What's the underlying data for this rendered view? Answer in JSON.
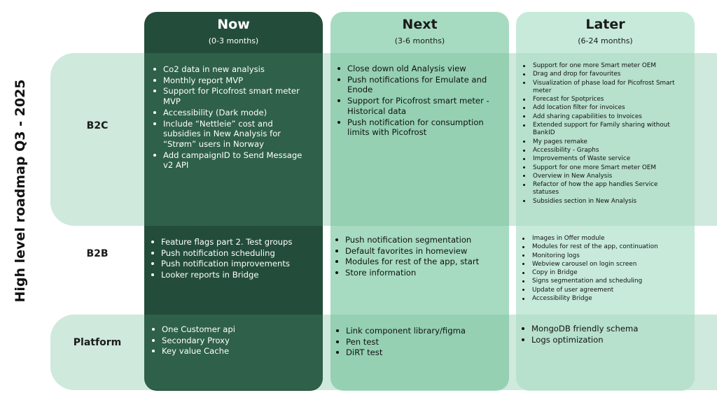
{
  "title": "High level roadmap Q3 - 2025",
  "columns": [
    {
      "title": "Now",
      "subtitle": "(0-3 months)"
    },
    {
      "title": "Next",
      "subtitle": "(3-6 months)"
    },
    {
      "title": "Later",
      "subtitle": "(6-24 months)"
    }
  ],
  "rows": [
    {
      "label": "B2C",
      "cells": [
        [
          "Co2 data in new analysis",
          "Monthly report MVP",
          "Support for Picofrost smart meter MVP",
          "Accessibility (Dark mode)",
          "Include “Nettleie” cost and subsidies in New Analysis for “Strøm” users in Norway",
          "Add campaignID to Send Message v2 API"
        ],
        [
          "Close down old Analysis view",
          "Push notifications for Emulate and Enode",
          "Support for Picofrost smart meter - Historical data",
          "Push notification for consumption limits with Picofrost"
        ],
        [
          "Support for one more Smart meter OEM",
          "Drag and drop for favourites",
          "Visualization of phase load for Picofrost Smart meter",
          "Forecast for Spotprices",
          "Add location filter for invoices",
          "Add sharing capabilities to Invoices",
          "Extended support for Family sharing without BankID",
          "My pages remake",
          "Accessibility - Graphs",
          "Improvements of Waste service",
          "Support for one more Smart meter OEM",
          "Overview in New Analysis",
          "Refactor of how the app handles Service statuses",
          "Subsidies section in New Analysis"
        ]
      ]
    },
    {
      "label": "B2B",
      "cells": [
        [
          "Feature flags part 2. Test groups",
          "Push notification scheduling",
          "Push notification improvements",
          "Looker reports in Bridge"
        ],
        [
          "Push notification segmentation",
          "Default favorites in homeview",
          "Modules for rest of the app, start",
          "Store information"
        ],
        [
          "Images in Offer module",
          "Modules for rest of the app, continuation",
          "Monitoring logs",
          "Webview carousel on login screen",
          "Copy in Bridge",
          "Signs segmentation and scheduling",
          "Update of user agreement",
          "Accessibility Bridge"
        ]
      ]
    },
    {
      "label": "Platform",
      "cells": [
        [
          "One Customer api",
          "Secondary Proxy",
          "Key value Cache"
        ],
        [
          "Link component library/figma",
          "Pen test",
          "DiRT test"
        ],
        [
          "MongoDB friendly schema",
          "Logs optimization"
        ]
      ]
    }
  ],
  "colors": {
    "now": "#234d3a",
    "now_band": "#2f6049",
    "next": "#a6dbc1",
    "next_band": "#95d0b3",
    "later": "#c7eadb",
    "later_band": "#b7e0cd",
    "row_band": "#cfe9dc"
  }
}
